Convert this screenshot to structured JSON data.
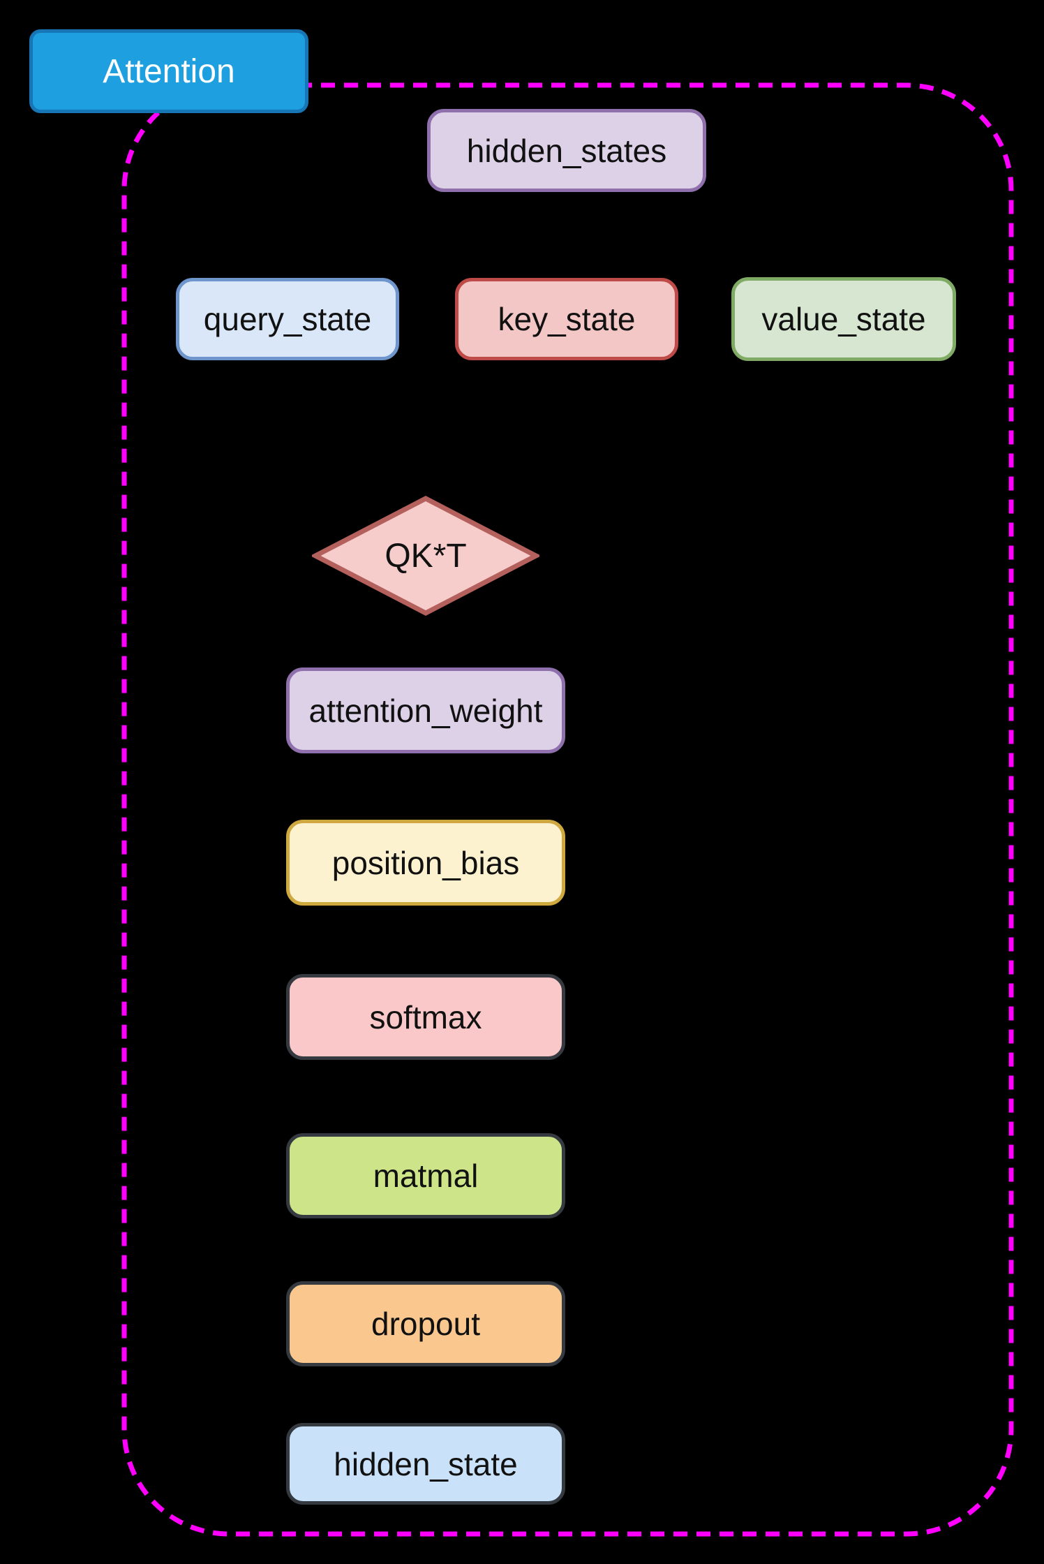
{
  "diagram": {
    "background_color": "#000000",
    "group": {
      "label": "Attention",
      "border_color": "#FF00FF",
      "label_fill": "#1E9FE0",
      "label_border_color": "#1776B5",
      "label_text_color": "#FFFFFF"
    },
    "nodes": {
      "hidden_states": {
        "label": "hidden_states",
        "shape": "rect",
        "fill": "#DDD1E8",
        "border": "#8F70AD"
      },
      "query_state": {
        "label": "query_state",
        "shape": "rect",
        "fill": "#D9E7F8",
        "border": "#6E96CC"
      },
      "key_state": {
        "label": "key_state",
        "shape": "rect",
        "fill": "#F2C7C5",
        "border": "#BE4B48"
      },
      "value_state": {
        "label": "value_state",
        "shape": "rect",
        "fill": "#D7E6D0",
        "border": "#80AB64"
      },
      "qkt": {
        "label": "QK*T",
        "shape": "diamond",
        "fill": "#F6CDCB",
        "border": "#B4605C"
      },
      "attention_weight": {
        "label": "attention_weight",
        "shape": "rect",
        "fill": "#DDD1E8",
        "border": "#8F70AD"
      },
      "position_bias": {
        "label": "position_bias",
        "shape": "rect",
        "fill": "#FDF2D0",
        "border": "#CFA93F"
      },
      "softmax": {
        "label": "softmax",
        "shape": "rect",
        "fill": "#FAC8C8",
        "border": "#343A40"
      },
      "matmal": {
        "label": "matmal",
        "shape": "rect",
        "fill": "#CDE588",
        "border": "#343A40"
      },
      "dropout": {
        "label": "dropout",
        "shape": "rect",
        "fill": "#FAC88E",
        "border": "#343A40"
      },
      "hidden_state": {
        "label": "hidden_state",
        "shape": "rect",
        "fill": "#C9E2F9",
        "border": "#343A40"
      }
    }
  }
}
